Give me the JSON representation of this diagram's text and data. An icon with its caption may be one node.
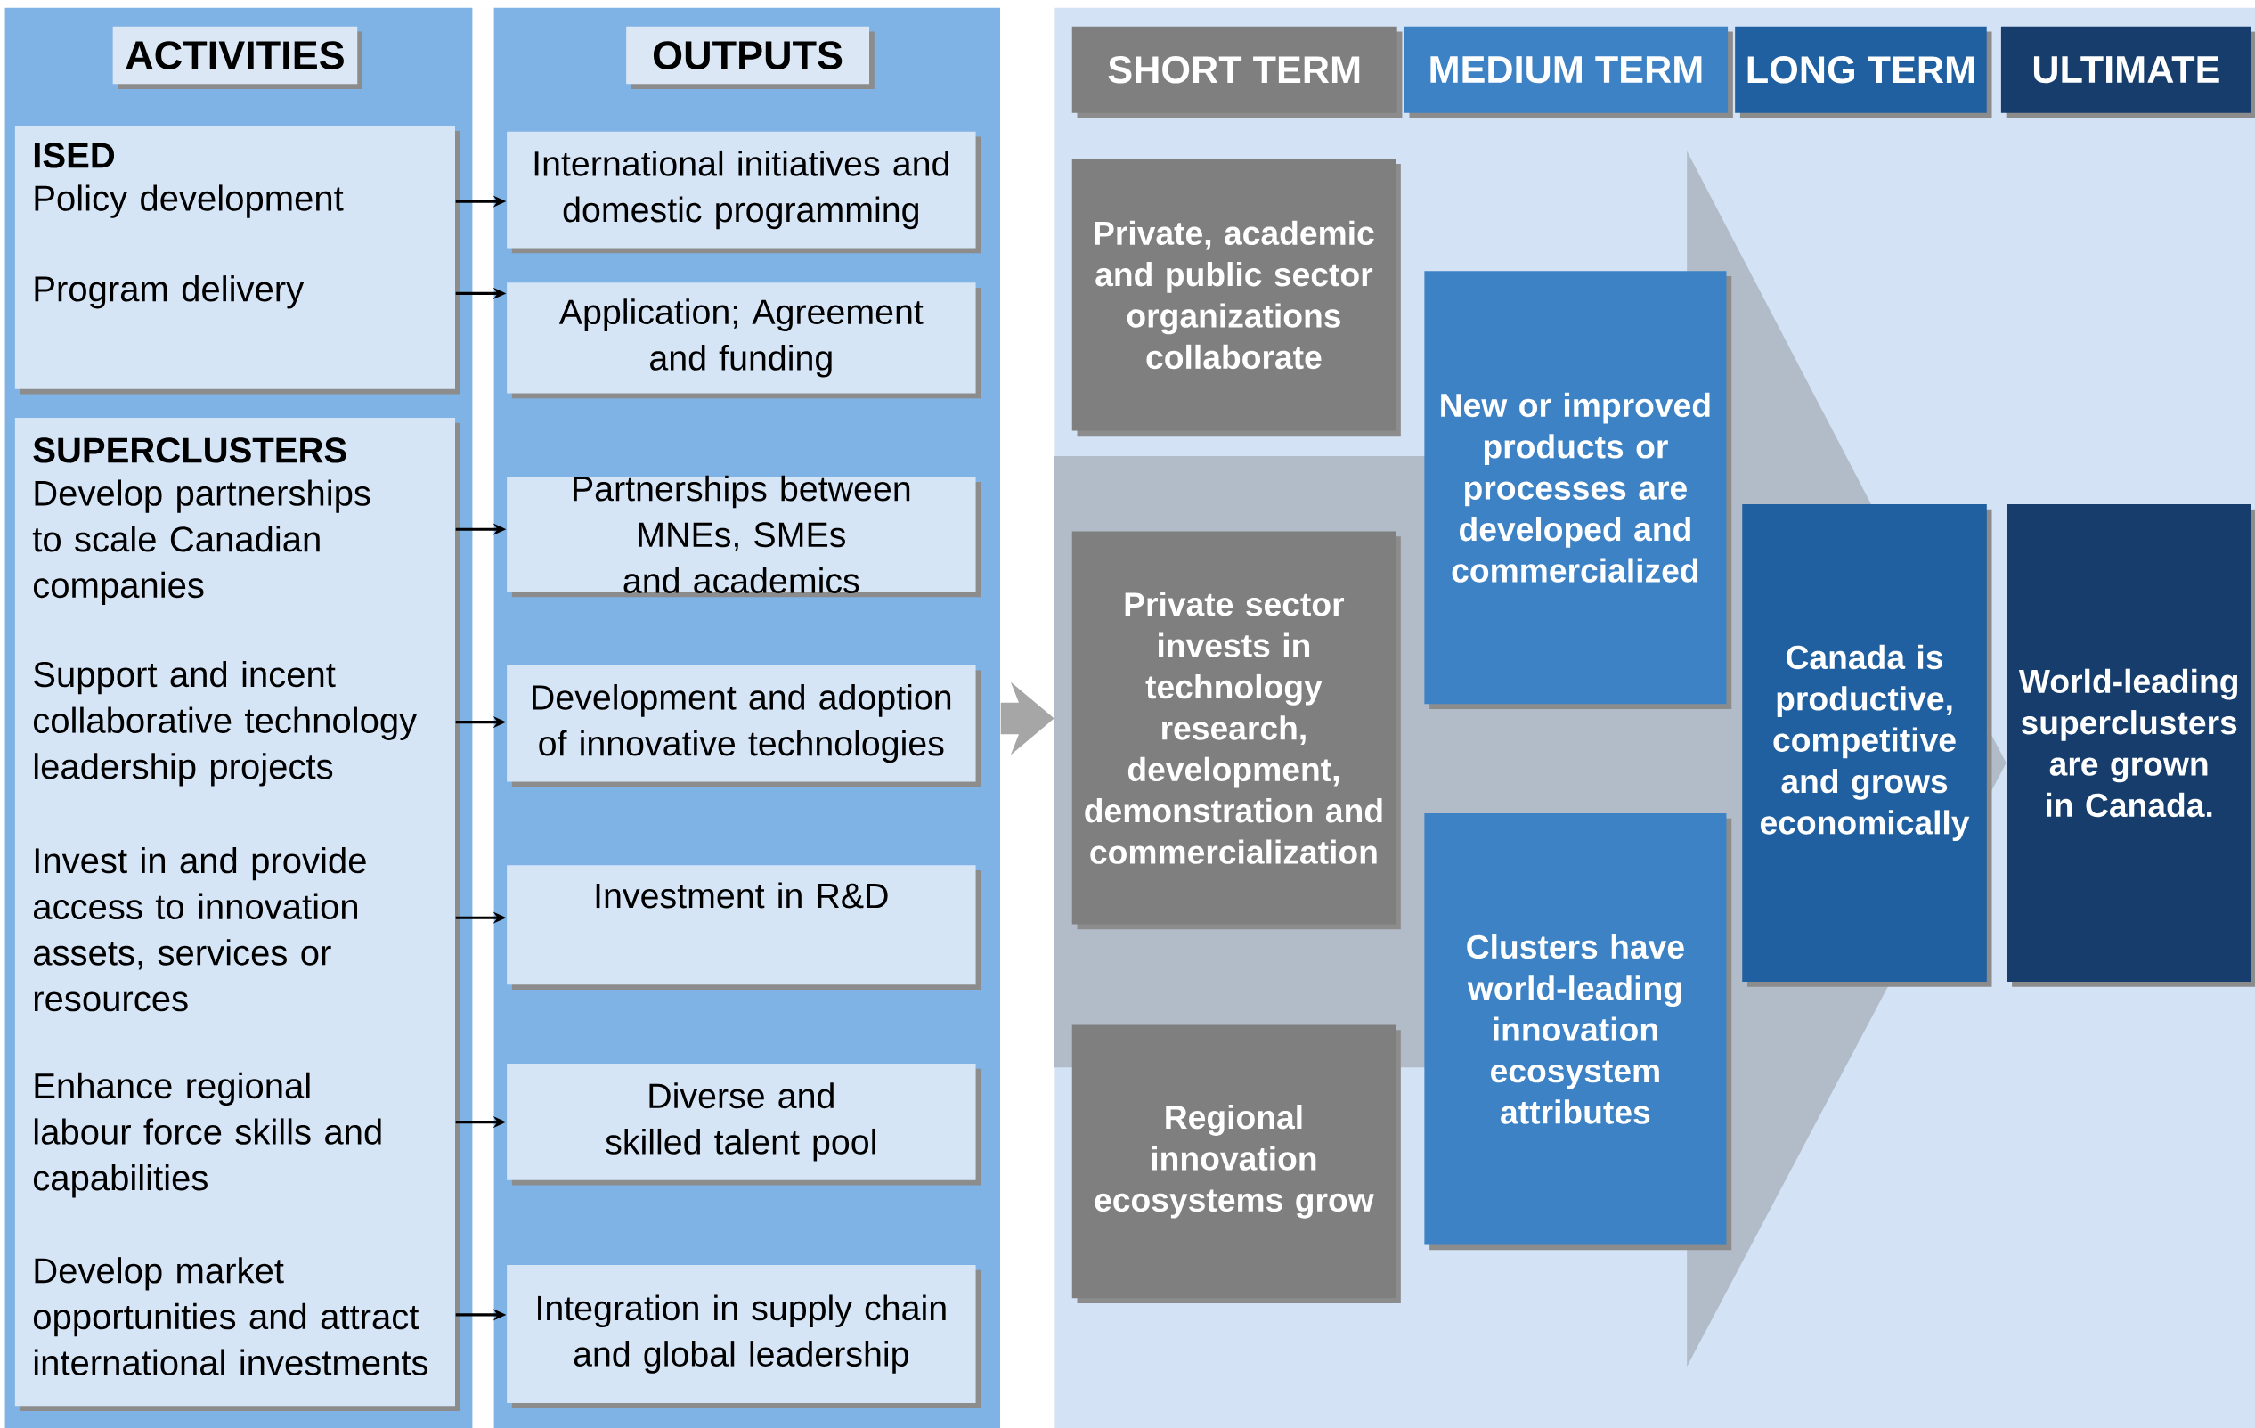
{
  "diagram": {
    "nodes": [
      {
        "text": [],
        "shape": "box"
      },
      {
        "text": [
          "ACTIVITIES"
        ],
        "in": 0
      },
      {
        "text": [
          "ISED",
          "Policy development",
          "Program delivery"
        ],
        "in": 0
      },
      {
        "text": [
          "SUPERCLUSTERS",
          "Develop partnerships to scale Canadian companies",
          "Support and incent collaborative technology leadership projects",
          "Invest in and provide access to innovation assets, services or resources",
          "Enhance regional labour force skills and capabilities",
          "Develop market opportunities and attract international investments"
        ],
        "in": 0
      },
      {
        "text": [],
        "shape": "box"
      },
      {
        "text": [
          "OUTPUTS"
        ],
        "in": 4
      },
      {
        "text": [
          "International initiatives and domestic programming"
        ],
        "in": 4
      },
      {
        "text": [
          "Application; Agreement and funding"
        ],
        "in": 4
      },
      {
        "text": [
          "Partnerships between MNEs, SMEs and academics"
        ],
        "in": 4
      },
      {
        "text": [
          "Development and adoption of innovative technologies"
        ],
        "in": 4
      },
      {
        "text": [
          "Investment in R&D"
        ],
        "in": 4
      },
      {
        "text": [
          "Diverse and skilled talent pool"
        ],
        "in": 4
      },
      {
        "text": [
          "Integration in supply chain and global leadership"
        ],
        "in": 4
      },
      {
        "text": [],
        "shape": "box"
      },
      {
        "text": [
          "SHORT TERM"
        ],
        "in": 13
      },
      {
        "text": [
          "MEDIUM TERM"
        ],
        "in": 13
      },
      {
        "text": [
          "LONG TERM"
        ],
        "in": 13
      },
      {
        "text": [
          "ULTIMATE"
        ],
        "in": 13
      },
      {
        "text": [
          "Private, academic and public sector organizations collaborate"
        ],
        "in": 13
      },
      {
        "text": [
          "Private sector invests in technology research, development, demonstration and commercialization"
        ],
        "in": 13
      },
      {
        "text": [
          "Regional innovation ecosystems grow"
        ],
        "in": 13
      },
      {
        "text": [
          "New or improved products or processes are developed and commercialized"
        ],
        "in": 13
      },
      {
        "text": [
          "Clusters have world-leading innovation ecosystem attributes"
        ],
        "in": 13
      },
      {
        "text": [
          "Canada is productive, competitive and grows economically"
        ],
        "in": 13
      },
      {
        "text": [
          "World-leading superclusters are grown in Canada."
        ],
        "in": 13
      }
    ],
    "edges": [
      {
        "from": 2,
        "to": 6,
        "arrow": "to"
      },
      {
        "from": 2,
        "to": 7,
        "arrow": "to"
      },
      {
        "from": 3,
        "to": 8,
        "arrow": "to"
      },
      {
        "from": 3,
        "to": 9,
        "arrow": "to"
      },
      {
        "from": 3,
        "to": 10,
        "arrow": "to"
      },
      {
        "from": 3,
        "to": 11,
        "arrow": "to"
      },
      {
        "from": 3,
        "to": 12,
        "arrow": "to"
      },
      {
        "from": 4,
        "to": 13,
        "arrow": "to",
        "style": "thick",
        "color": "#a6a6a6"
      },
      {
        "from": 13,
        "to": 24,
        "arrow": "to",
        "style": "thick",
        "color": "#b1bcc8"
      }
    ]
  }
}
